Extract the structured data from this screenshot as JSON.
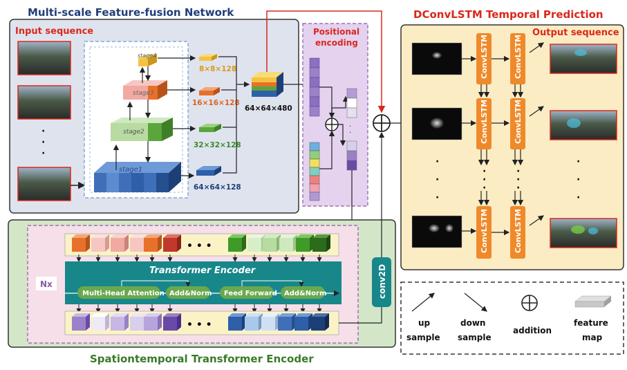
{
  "titles": {
    "multiscale": "Multi-scale Feature-fusion Network",
    "dconvlstm": "DConvLSTM Temporal Prediction",
    "transformer": "Spationtemporal Transformer Encoder"
  },
  "labels": {
    "input_sequence": "Input sequence",
    "output_sequence": "Output sequence",
    "positional_line1": "Positional",
    "positional_line2": "encoding",
    "fused_size": "64×64×480",
    "conv2d": "conv2D",
    "nx": "Nx",
    "transformer_encoder": "Transformer Encoder",
    "dots": "• • •",
    "vdots": "⋮"
  },
  "stages": [
    "stage4",
    "stage3",
    "stage2",
    "stage1"
  ],
  "feature_sizes": [
    "8×8×128",
    "16×16×128",
    "32×32×128",
    "64×64×128"
  ],
  "encoder_blocks": [
    "Multi-Head Attention",
    "Add&Norm",
    "Feed Forward",
    "Add&Norm"
  ],
  "convlstm_label": "ConvLSTM",
  "legend": {
    "up_line1": "up",
    "up_line2": "sample",
    "down_line1": "down",
    "down_line2": "sample",
    "addition": "addition",
    "feature_line1": "feature",
    "feature_line2": "map"
  },
  "colors": {
    "stage4": "#f5c342",
    "stage3": "#e8702a",
    "stage2": "#5aa63c",
    "stage1": "#2e5fa8",
    "title_blue": "#1f3f7a",
    "title_red": "#d9281c",
    "title_green": "#3a7a2a",
    "teal": "#17878a",
    "convlstm": "#ef8a2a"
  }
}
